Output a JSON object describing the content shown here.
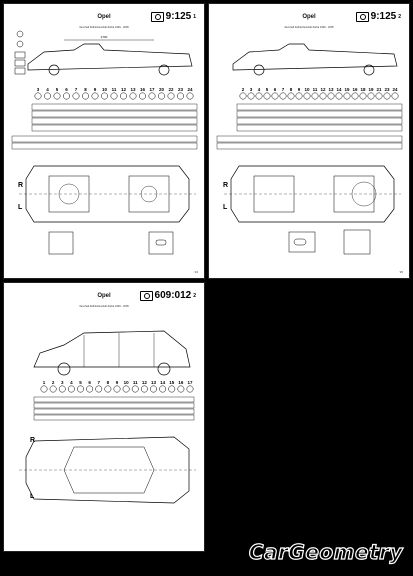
{
  "pages": [
    {
      "brand": "Opel",
      "subtitle": "Vauxhall Zafira/Vauxhall Zafira 1999 - 2005",
      "code": "9:125",
      "code_sup": "1",
      "labels": {
        "right": "R",
        "left": "L"
      },
      "page_number": "93"
    },
    {
      "brand": "Opel",
      "subtitle": "Vauxhall Zafira/Vauxhall Zafira 1999 - 2005",
      "code": "9:125",
      "code_sup": "2",
      "labels": {
        "right": "R",
        "left": "L"
      },
      "page_number": "95"
    },
    {
      "brand": "Opel",
      "subtitle": "Vauxhall Zafira/Vauxhall Zafira 1999 - 2005",
      "code": "609:012",
      "code_sup": "2",
      "labels": {
        "right": "R",
        "left": "L"
      },
      "page_number": ""
    }
  ],
  "point_rows": {
    "p1": [
      "3",
      "4",
      "5",
      "6",
      "7",
      "8",
      "9",
      "10",
      "11",
      "12",
      "13",
      "16",
      "17",
      "20",
      "22",
      "23",
      "24"
    ],
    "p2": [
      "2",
      "3",
      "4",
      "5",
      "6",
      "7",
      "8",
      "9",
      "10",
      "11",
      "12",
      "13",
      "14",
      "15",
      "16",
      "18",
      "19",
      "21",
      "23",
      "24"
    ],
    "p3": [
      "1",
      "2",
      "3",
      "4",
      "5",
      "6",
      "7",
      "8",
      "9",
      "10",
      "11",
      "12",
      "13",
      "14",
      "15",
      "16",
      "17"
    ]
  },
  "dimension_label": "2700",
  "logo": "CarGeometry"
}
